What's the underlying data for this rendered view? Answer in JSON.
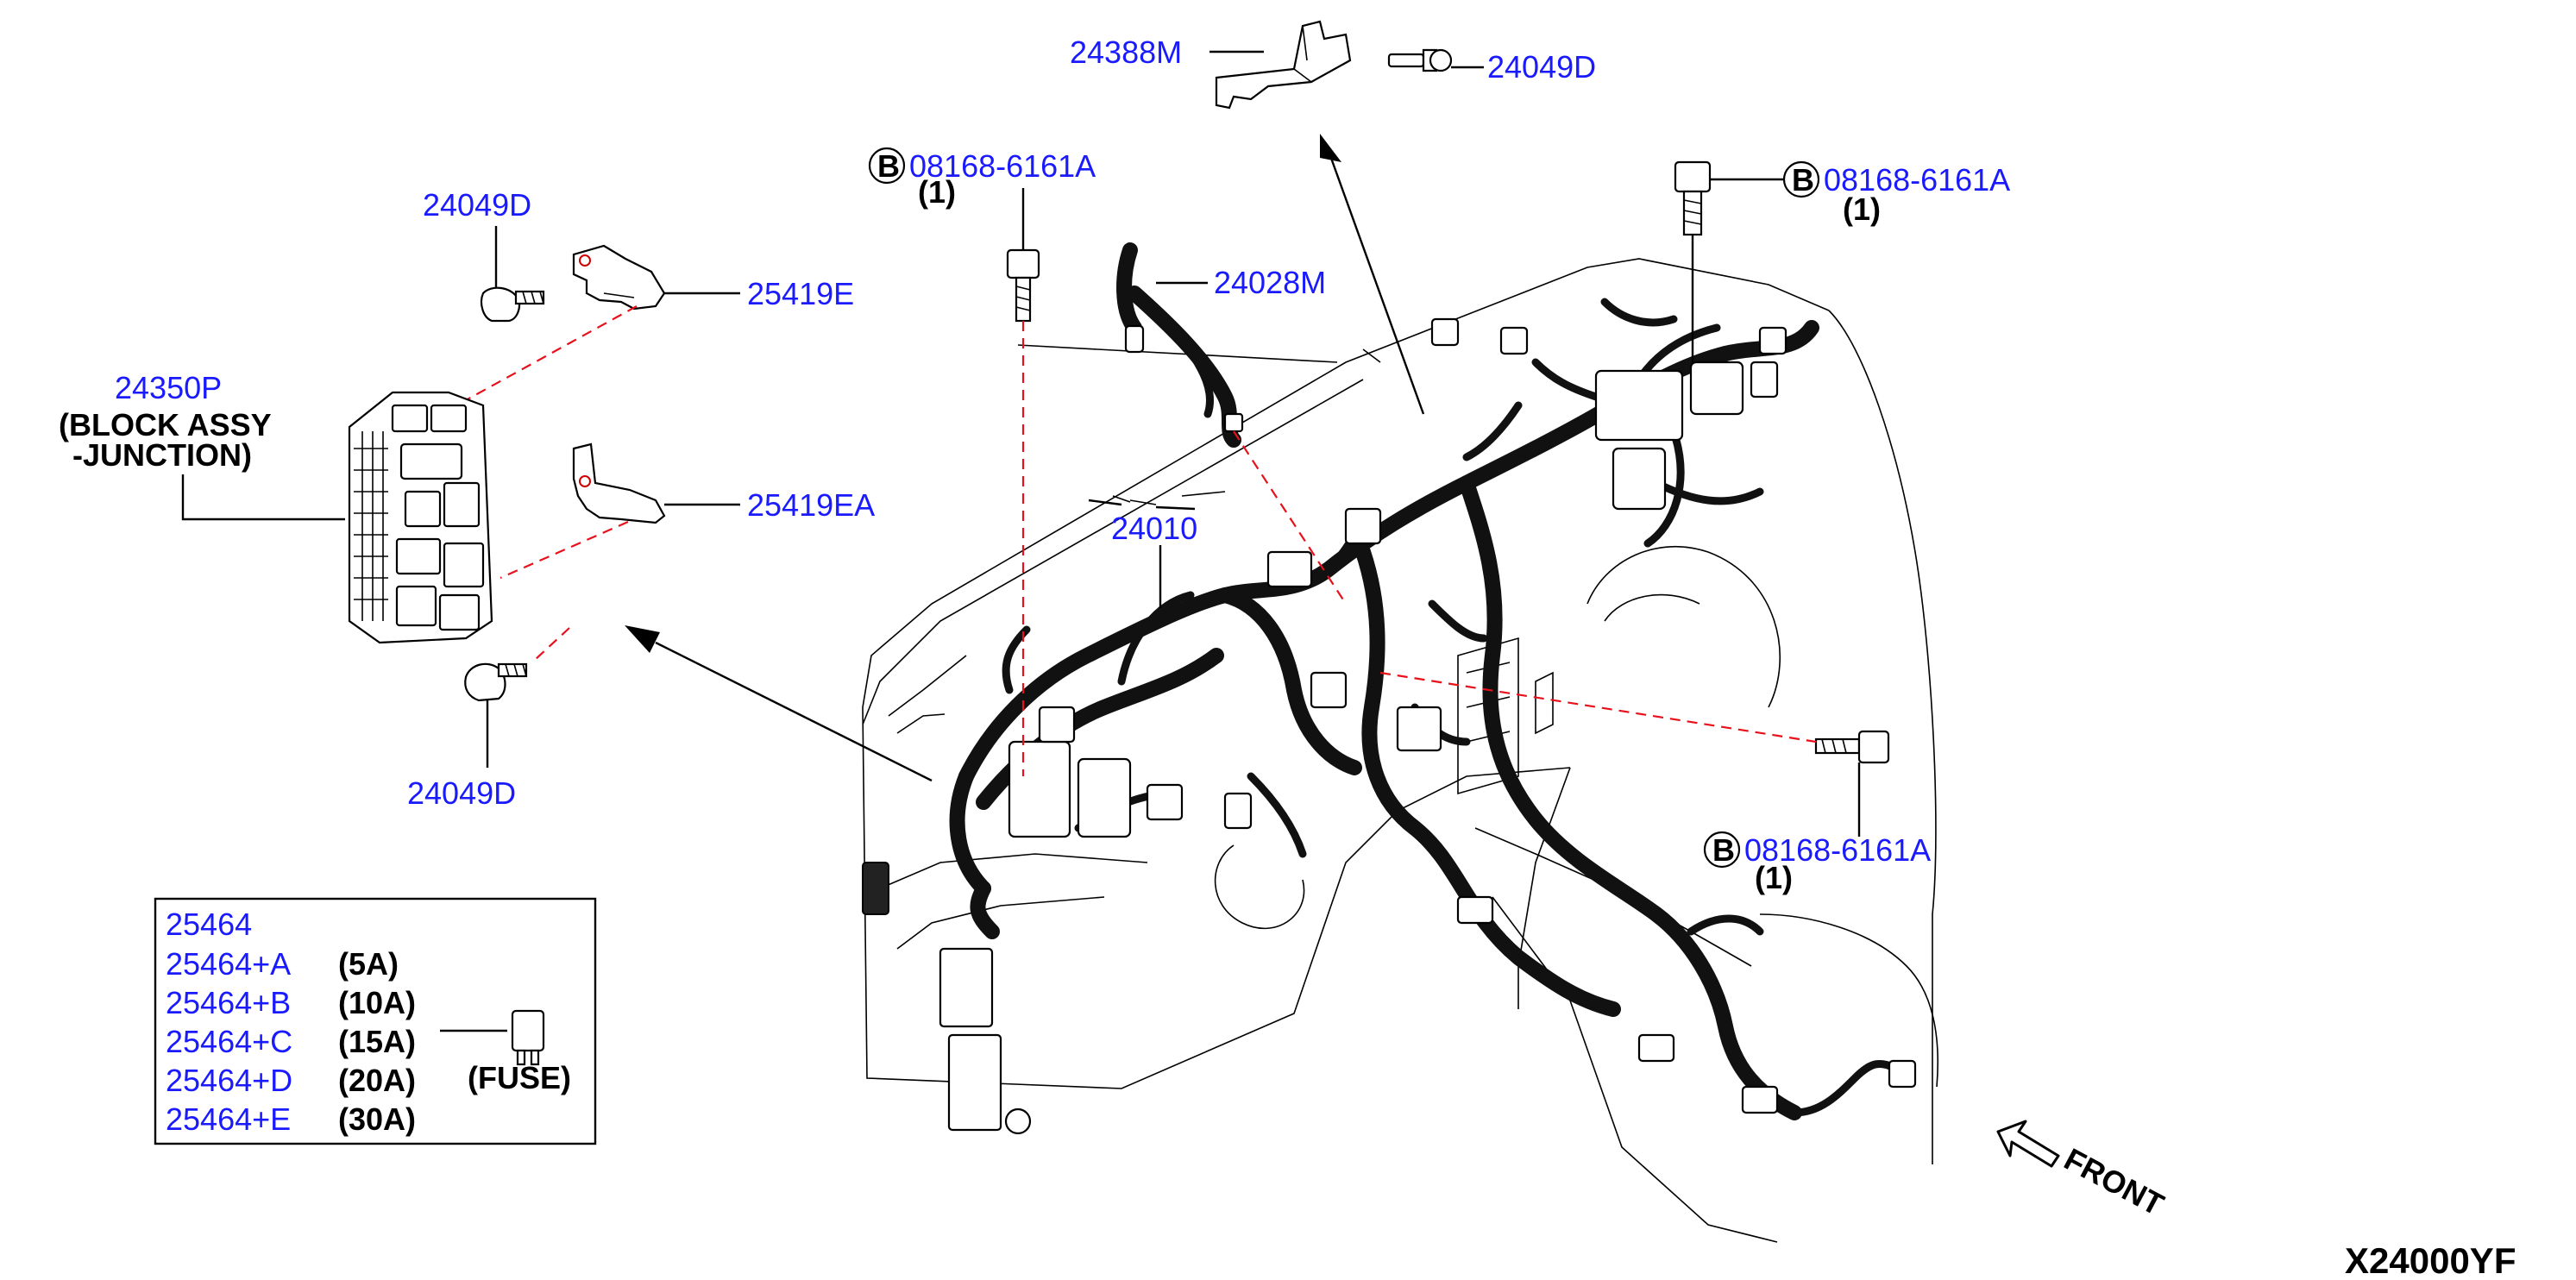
{
  "diagram_id": "X24000YF",
  "callouts": {
    "bracket_24388M": "24388M",
    "bolt_top_24049D": "24049D",
    "bolt_b1": "08168-6161A",
    "bolt_b1_qty": "(1)",
    "bolt_b2": "08168-6161A",
    "bolt_b2_qty": "(1)",
    "bolt_b3": "08168-6161A",
    "bolt_b3_qty": "(1)",
    "bolt_circle_letter": "B",
    "harness_24028M": "24028M",
    "harness_main_24010": "24010",
    "screw_upper_24049D": "24049D",
    "bracket_25419E": "25419E",
    "bracket_25419EA": "25419EA",
    "screw_lower_24049D": "24049D",
    "junction_block_pn": "24350P",
    "junction_block_desc_line1": "(BLOCK ASSY",
    "junction_block_desc_line2": "-JUNCTION)",
    "front_label": "FRONT"
  },
  "fuse_table": {
    "rows": [
      {
        "pn": "25464",
        "rating": ""
      },
      {
        "pn": "25464+A",
        "rating": "(5A)"
      },
      {
        "pn": "25464+B",
        "rating": "(10A)"
      },
      {
        "pn": "25464+C",
        "rating": "(15A)"
      },
      {
        "pn": "25464+D",
        "rating": "(20A)"
      },
      {
        "pn": "25464+E",
        "rating": "(30A)"
      }
    ],
    "fuse_label": "(FUSE)"
  },
  "colors": {
    "part_number": "#1a1aff",
    "leader_dashed": "#e8101a",
    "line": "#000000"
  },
  "icons": [
    "bolt-icon",
    "screw-icon",
    "bracket-icon",
    "fuse-icon",
    "front-arrow-icon",
    "junction-block-icon"
  ]
}
